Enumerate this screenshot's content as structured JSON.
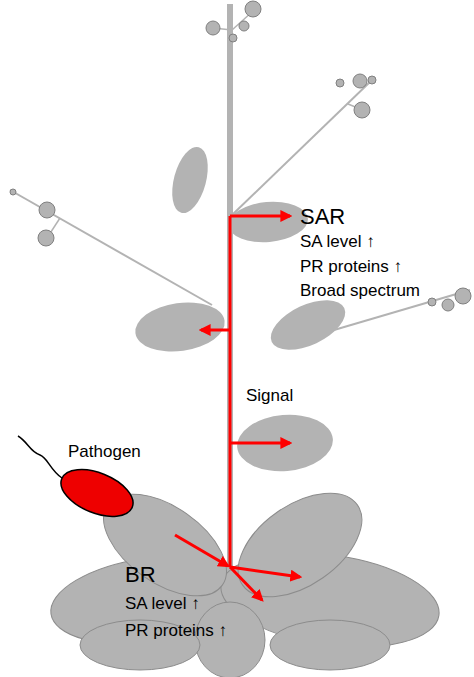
{
  "diagram": {
    "labels": [
      "SAR",
      "SA level ↑",
      "PR proteins ↑",
      "Broad spectrum",
      "Signal",
      "Pathogen",
      "BR",
      "SA level ↑",
      "PR proteins ↑"
    ]
  }
}
